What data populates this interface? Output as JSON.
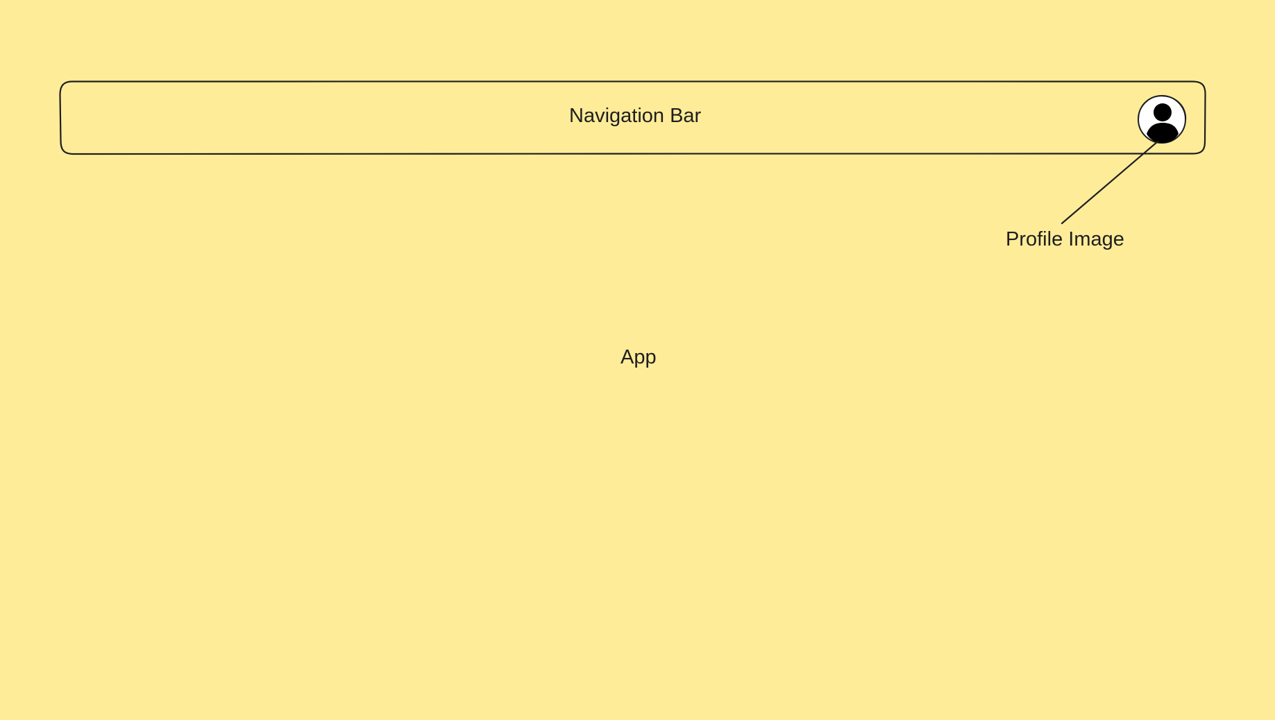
{
  "diagram": {
    "app_label": "App",
    "navigation_bar_label": "Navigation Bar",
    "profile_image_label": "Profile Image",
    "profile_icon": "user-avatar-icon",
    "colors": {
      "background": "#ffec99",
      "stroke": "#1e1e1e",
      "avatar_fill": "#ffffff"
    }
  }
}
